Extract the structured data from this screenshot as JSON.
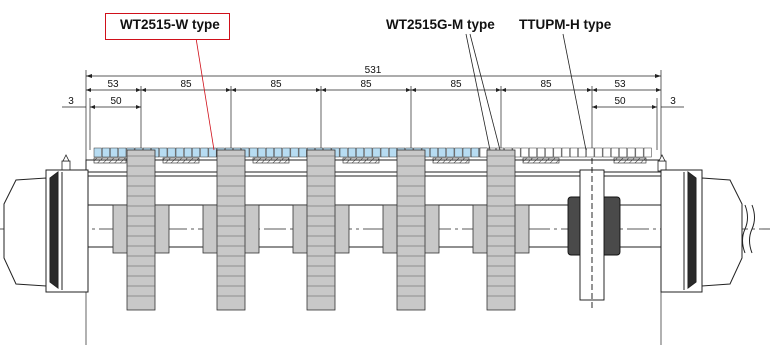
{
  "labels": {
    "type_w": "WT2515-W type",
    "type_gm": "WT2515G-M type",
    "type_h": "TTUPM-H type"
  },
  "dimensions": {
    "overall": "531",
    "spans": [
      "53",
      "85",
      "85",
      "85",
      "85",
      "85",
      "53"
    ],
    "inner_left": "50",
    "inner_right": "50",
    "edge_left": "3",
    "edge_right": "3"
  },
  "colors": {
    "callout_border": "#d0101a",
    "chain_blue": "#b7dcf2",
    "sprocket_gray": "#c8c8c8",
    "sprocket_dark": "#3a3a3a"
  }
}
